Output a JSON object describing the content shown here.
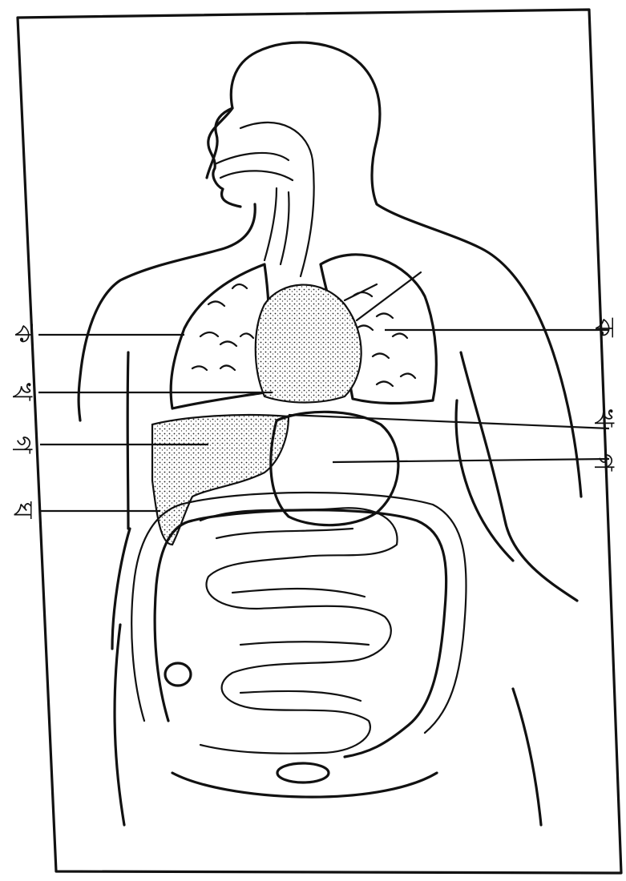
{
  "figure": {
    "type": "digestive-system-diagram",
    "ink_color": "#111111",
    "paper_color": "#ffffff"
  },
  "labels": {
    "left": [
      "ক",
      "খ",
      "গ",
      "ঘ"
    ],
    "right": [
      "ক",
      "খ",
      "গ"
    ]
  }
}
